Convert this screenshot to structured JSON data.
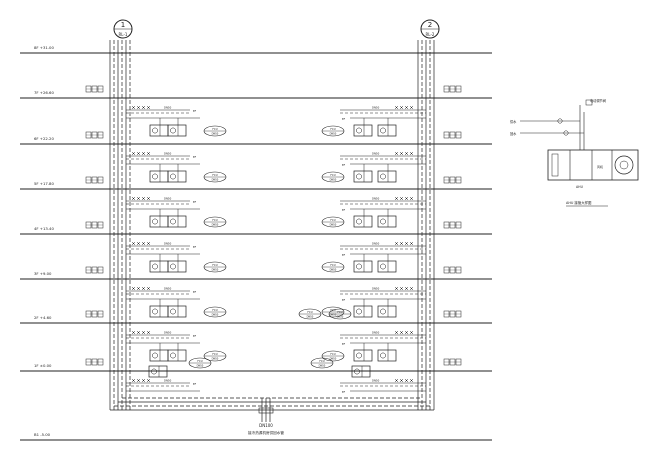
{
  "drawing": {
    "riser_left": {
      "number": "1",
      "code": "RL-1"
    },
    "riser_right": {
      "number": "2",
      "code": "RL-2"
    },
    "floors": [
      {
        "id": "F8",
        "label": "8F  +31.00",
        "has_units": false
      },
      {
        "id": "F7",
        "label": "7F  +26.60",
        "has_units": true
      },
      {
        "id": "F6",
        "label": "6F  +22.20",
        "has_units": true
      },
      {
        "id": "F5",
        "label": "5F  +17.80",
        "has_units": true
      },
      {
        "id": "F4",
        "label": "4F  +13.40",
        "has_units": true
      },
      {
        "id": "F3",
        "label": "3F  +9.00",
        "has_units": true
      },
      {
        "id": "F2",
        "label": "2F  +4.60",
        "has_units": true
      },
      {
        "id": "F1",
        "label": "1F  ±0.00",
        "has_units": true
      },
      {
        "id": "B1",
        "label": "B1  -5.00",
        "has_units": false
      }
    ],
    "unit_labels": {
      "ahu": "AHU",
      "fcu": "FCU",
      "pipe_size": "DN50",
      "exhaust": "EF"
    },
    "bottom_note": {
      "line1": "DN100",
      "line2": "接冷热源机房供回水管"
    },
    "detail": {
      "title": "AHU 接管大样图",
      "pipe_supply": "供水",
      "pipe_return": "回水",
      "valve_tag": "电动调节阀",
      "fan_tag": "风机",
      "unit_tag": "AHU"
    }
  }
}
